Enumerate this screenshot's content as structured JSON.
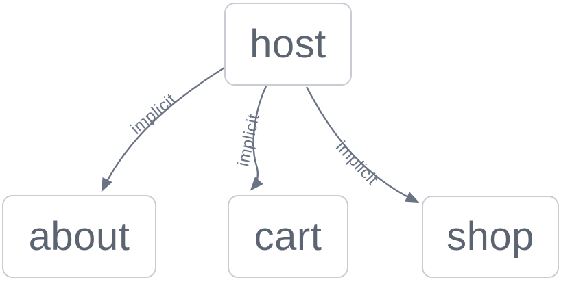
{
  "diagram": {
    "type": "flowchart",
    "direction": "top-down",
    "nodes": [
      {
        "id": "host",
        "label": "host"
      },
      {
        "id": "about",
        "label": "about"
      },
      {
        "id": "cart",
        "label": "cart"
      },
      {
        "id": "shop",
        "label": "shop"
      }
    ],
    "edges": [
      {
        "from": "host",
        "to": "about",
        "label": "implicit",
        "arrow": "filled-triangle"
      },
      {
        "from": "host",
        "to": "cart",
        "label": "implicit",
        "arrow": "filled-triangle"
      },
      {
        "from": "host",
        "to": "shop",
        "label": "implicit",
        "arrow": "filled-triangle"
      }
    ],
    "colors": {
      "background": "#ffffff",
      "node_fill": "#ffffff",
      "node_border": "#c9ccd2",
      "node_text": "#5c6471",
      "edge_stroke": "#6a7384",
      "edge_label_text": "#6a7384"
    }
  }
}
